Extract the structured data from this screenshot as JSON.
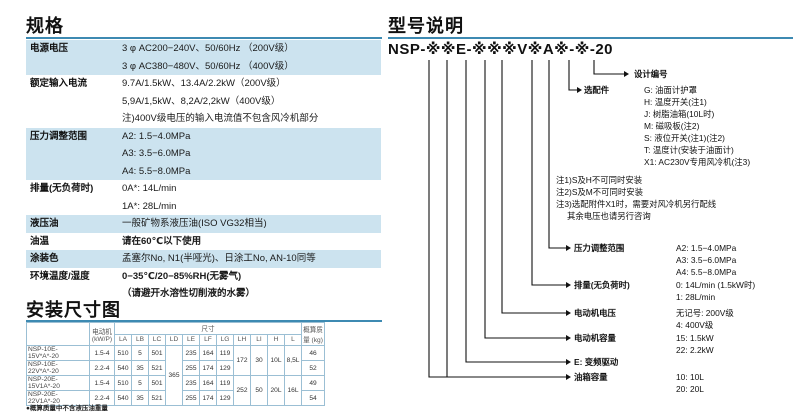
{
  "specs": {
    "title": "规格",
    "rows": [
      {
        "label": "电源电压",
        "values": [
          "3 φ AC200−240V、50/60Hz （200V级）",
          "3 φ AC380−480V、50/60Hz （400V级）"
        ],
        "shade": true
      },
      {
        "label": "额定输入电流",
        "values": [
          "9.7A/1.5kW、13.4A/2.2kW（200V级）",
          "5,9A/1,5kW、8,2A/2,2kW（400V级）",
          "注)400V级电压的输入电流值不包含风冷机部分"
        ],
        "shade": false
      },
      {
        "label": "压力调整范围",
        "values": [
          "A2: 1.5−4.0MPa",
          "A3: 3.5−6.0MPa",
          "A4: 5.5−8.0MPa"
        ],
        "shade": true
      },
      {
        "label": "排量(无负荷时)",
        "values": [
          "0A*: 14L/min",
          "1A*: 28L/min"
        ],
        "shade": false
      },
      {
        "label": "液压油",
        "values": [
          "一般矿物系液压油(ISO VG32相当)"
        ],
        "shade": true
      },
      {
        "label": "油温",
        "values": [
          "请在60℃以下使用"
        ],
        "shade": false,
        "bold": true
      },
      {
        "label": "涂装色",
        "values": [
          "孟塞尔No, N1(半哑光)、日涂工No, AN-10同等"
        ],
        "shade": true
      },
      {
        "label": "环境温度/湿度",
        "values": [
          "0−35℃/20−85%RH(无雾气)",
          "（请避开水溶性切削液的水雾）"
        ],
        "shade": false,
        "bold": true
      }
    ]
  },
  "install": {
    "title": "安装尺寸图",
    "header_motor": "电动机 (kW/P)",
    "header_size": "尺寸",
    "header_weight": "概算质量 (kg)",
    "columns": [
      "LA",
      "LB",
      "LC",
      "LD",
      "LE",
      "LF",
      "LG",
      "LH",
      "LI",
      "H",
      "L"
    ],
    "rows": [
      {
        "model": "NSP-10E-15V*A*-20",
        "motor": "1.5-4",
        "LA": "510",
        "LB": "5",
        "LC": "501",
        "LE": "235",
        "LF": "164",
        "LG": "119",
        "weight": "46"
      },
      {
        "model": "NSP-10E-22V*A*-20",
        "motor": "2.2-4",
        "LA": "540",
        "LB": "35",
        "LC": "521",
        "LE": "255",
        "LF": "174",
        "LG": "129",
        "weight": "52"
      },
      {
        "model": "NSP-20E-15V1A*-20",
        "motor": "1.5-4",
        "LA": "510",
        "LB": "5",
        "LC": "501",
        "LE": "235",
        "LF": "164",
        "LG": "119",
        "weight": "49"
      },
      {
        "model": "NSP-20E-22V1A*-20",
        "motor": "2.2-4",
        "LA": "540",
        "LB": "35",
        "LC": "521",
        "LE": "255",
        "LF": "174",
        "LG": "129",
        "weight": "54"
      }
    ],
    "merged": {
      "LD": "365",
      "LH1": "172",
      "LI1": "30",
      "H1": "10L",
      "L1": "8,5L",
      "LH2": "252",
      "LI2": "50",
      "H2": "20L",
      "L2": "16L"
    },
    "note": "●概算质量中不含液压油重量"
  },
  "model": {
    "title": "型号说明",
    "code": "NSP-※※E-※※※V※A※-※-20",
    "labels": {
      "design": "设计编号",
      "options": "选配件",
      "opt_g": "G: 油面计护罩",
      "opt_h": "H: 温度开关(注1)",
      "opt_j": "J: 树脂油箱(10L时)",
      "opt_m": "M: 磁吸板(注2)",
      "opt_s": "S: 液位开关(注1)(注2)",
      "opt_t": "T: 温度计(安装于油面计)",
      "opt_x1": "X1: AC230V专用风冷机(注3)",
      "note1": "注1)S及H不可同时安装",
      "note2": "注2)S及M不可同时安装",
      "note3": "注3)选配附件X1时，需要对风冷机另行配线",
      "note3b": "其余电压也请另行咨询",
      "pressure": "压力调整范围",
      "p_a2": "A2: 1.5−4.0MPa",
      "p_a3": "A3: 3.5−6.0MPa",
      "p_a4": "A4: 5.5−8.0MPa",
      "displacement": "排量(无负荷时)",
      "d_0": "0: 14L/min (1.5kW时)",
      "d_1": "1: 28L/min",
      "voltage": "电动机电压",
      "v_none": "无记号: 200V级",
      "v_4": "4: 400V级",
      "capacity": "电动机容量",
      "c_15": "15: 1.5kW",
      "c_22": "22: 2.2kW",
      "drive": "E: 变频驱动",
      "tank": "油箱容量",
      "t_10": "10: 10L",
      "t_20": "20: 20L"
    }
  },
  "colors": {
    "accent": "#3d8ab2",
    "shade": "#cce3ef"
  }
}
